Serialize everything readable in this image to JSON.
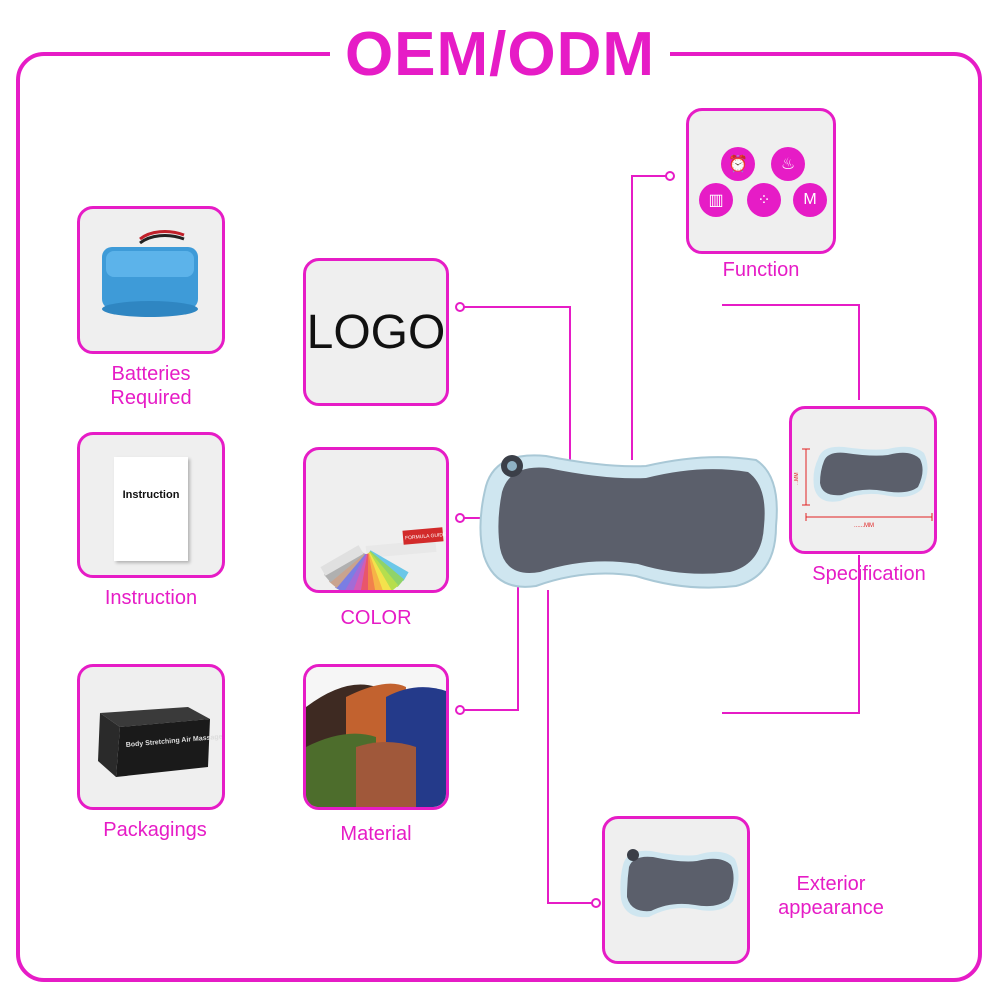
{
  "title": "OEM/ODM",
  "left_column": {
    "batteries": "Batteries\nRequired",
    "instruction": "Instruction",
    "instruction_page_text": "Instruction",
    "packagings": "Packagings",
    "box_text": "Body Stretching Air Massage Mat"
  },
  "middle_column": {
    "logo_text": "LOGO",
    "color": "COLOR",
    "material": "Material",
    "formula_guide": "FORMULA GUIDE"
  },
  "right_column": {
    "function": "Function",
    "specification": "Specification",
    "exterior": "Exterior\nappearance",
    "spec_height": "...MM",
    "spec_width": "......MM",
    "function_icons": [
      "alarm-clock-icon",
      "heat-waves-icon",
      "signal-bars-icon",
      "dots-circle-icon",
      "M"
    ]
  },
  "colors": {
    "accent": "#e61cc6",
    "card_bg": "#efefef",
    "pillow_mesh": "#5b5f6b",
    "pillow_shell": "#cfe6f0"
  }
}
